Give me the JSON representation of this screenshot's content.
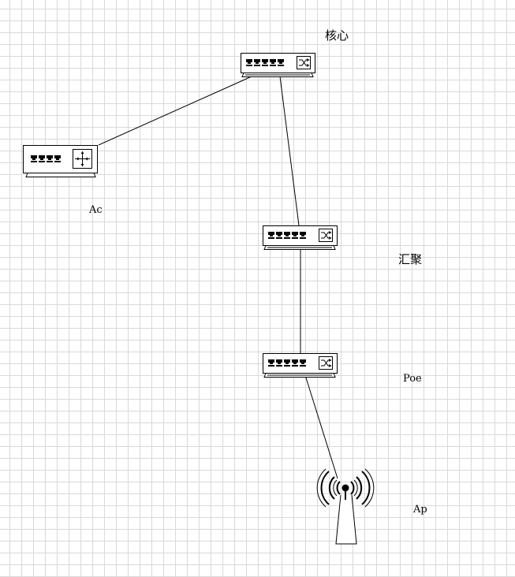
{
  "labels": {
    "core": "核心",
    "ac": "Ac",
    "aggregation": "汇聚",
    "poe": "Poe",
    "ap": "Ap"
  },
  "nodes": [
    {
      "id": "core",
      "type": "switch",
      "icon": "switch-icon"
    },
    {
      "id": "ac",
      "type": "router",
      "icon": "router-icon"
    },
    {
      "id": "aggregation",
      "type": "switch",
      "icon": "switch-icon"
    },
    {
      "id": "poe",
      "type": "switch",
      "icon": "switch-icon"
    },
    {
      "id": "ap",
      "type": "wireless-ap",
      "icon": "antenna-icon"
    }
  ],
  "links": [
    [
      "core",
      "ac"
    ],
    [
      "core",
      "aggregation"
    ],
    [
      "aggregation",
      "poe"
    ],
    [
      "poe",
      "ap"
    ]
  ],
  "colors": {
    "grid": "#d9d9d9",
    "stroke": "#000000",
    "background": "#ffffff"
  }
}
